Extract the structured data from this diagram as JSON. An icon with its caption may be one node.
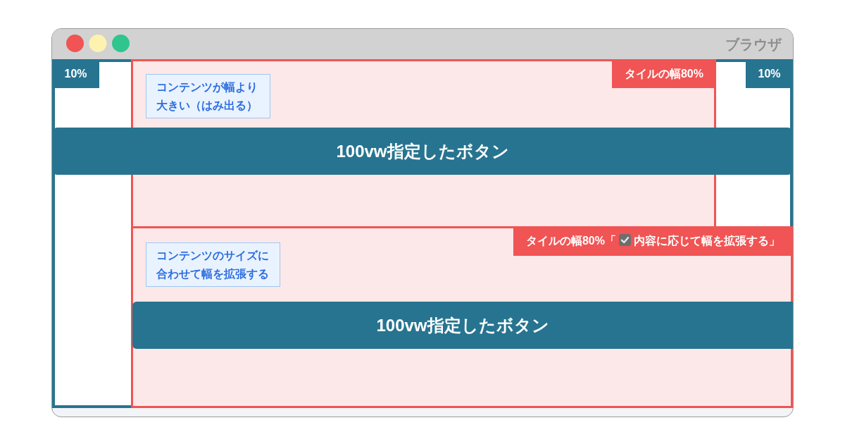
{
  "diagram": {
    "nodes": [
      {
        "text": [
          "ブラウザ"
        ]
      },
      {
        "text": [
          "10%"
        ],
        "in": 0
      },
      {
        "text": [
          "タイルの幅80%"
        ],
        "in": 0
      },
      {
        "text": [
          "コンテンツが幅より大きい（はみ出る）"
        ],
        "in": 2
      },
      {
        "text": [
          "10%"
        ],
        "in": 0
      },
      {
        "text": [
          "100vw指定したボタン"
        ],
        "in": 0
      },
      {
        "text": [
          "タイルの幅80%「",
          "内容に応じて幅を拡張する」"
        ],
        "in": 0
      },
      {
        "text": [
          "コンテンツのサイズに合わせて幅を拡張する"
        ],
        "in": 6
      },
      {
        "text": [
          "100vw指定したボタン"
        ],
        "in": 6
      }
    ]
  }
}
